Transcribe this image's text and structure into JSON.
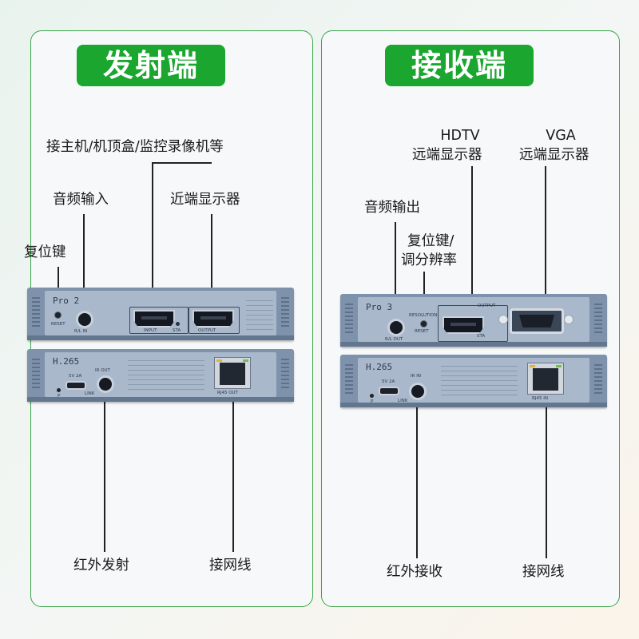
{
  "colors": {
    "accent": "#1aa62f",
    "panel_border": "#3aa64a",
    "device": "#a9b8cb"
  },
  "left": {
    "title": "发射端",
    "labels": {
      "host": "接主机/机顶盒/监控录像机等",
      "audio_in": "音频输入",
      "near_display": "近端显示器",
      "reset": "复位键",
      "ir_tx": "红外发射",
      "network": "接网线"
    },
    "device_top": {
      "model": "Pro 2",
      "reset": "RESET",
      "rl": "R/L IN",
      "input": "INPUT",
      "sta": "STA",
      "output": "OUTPUT"
    },
    "device_bottom": {
      "model": "H.265",
      "power": "5V 2A",
      "p": "P",
      "link": "LINK",
      "ir": "IR OUT",
      "rj45": "RJ45 OUT"
    }
  },
  "right": {
    "title": "接收端",
    "labels": {
      "hdtv_top": "HDTV",
      "hdtv_bottom": "远端显示器",
      "vga_top": "VGA",
      "vga_bottom": "远端显示器",
      "audio_out": "音频输出",
      "reset_top": "复位键/",
      "reset_bottom": "调分辨率",
      "ir_rx": "红外接收",
      "network": "接网线"
    },
    "device_top": {
      "model": "Pro 3",
      "rl": "R/L OUT",
      "resolution": "RESOLUTION",
      "reset": "RESET",
      "output": "OUTPUT",
      "sta": "STA"
    },
    "device_bottom": {
      "model": "H.265",
      "power": "5V 2A",
      "p": "P",
      "link": "LINK",
      "ir": "IR IN",
      "rj45": "RJ45 IN"
    }
  }
}
